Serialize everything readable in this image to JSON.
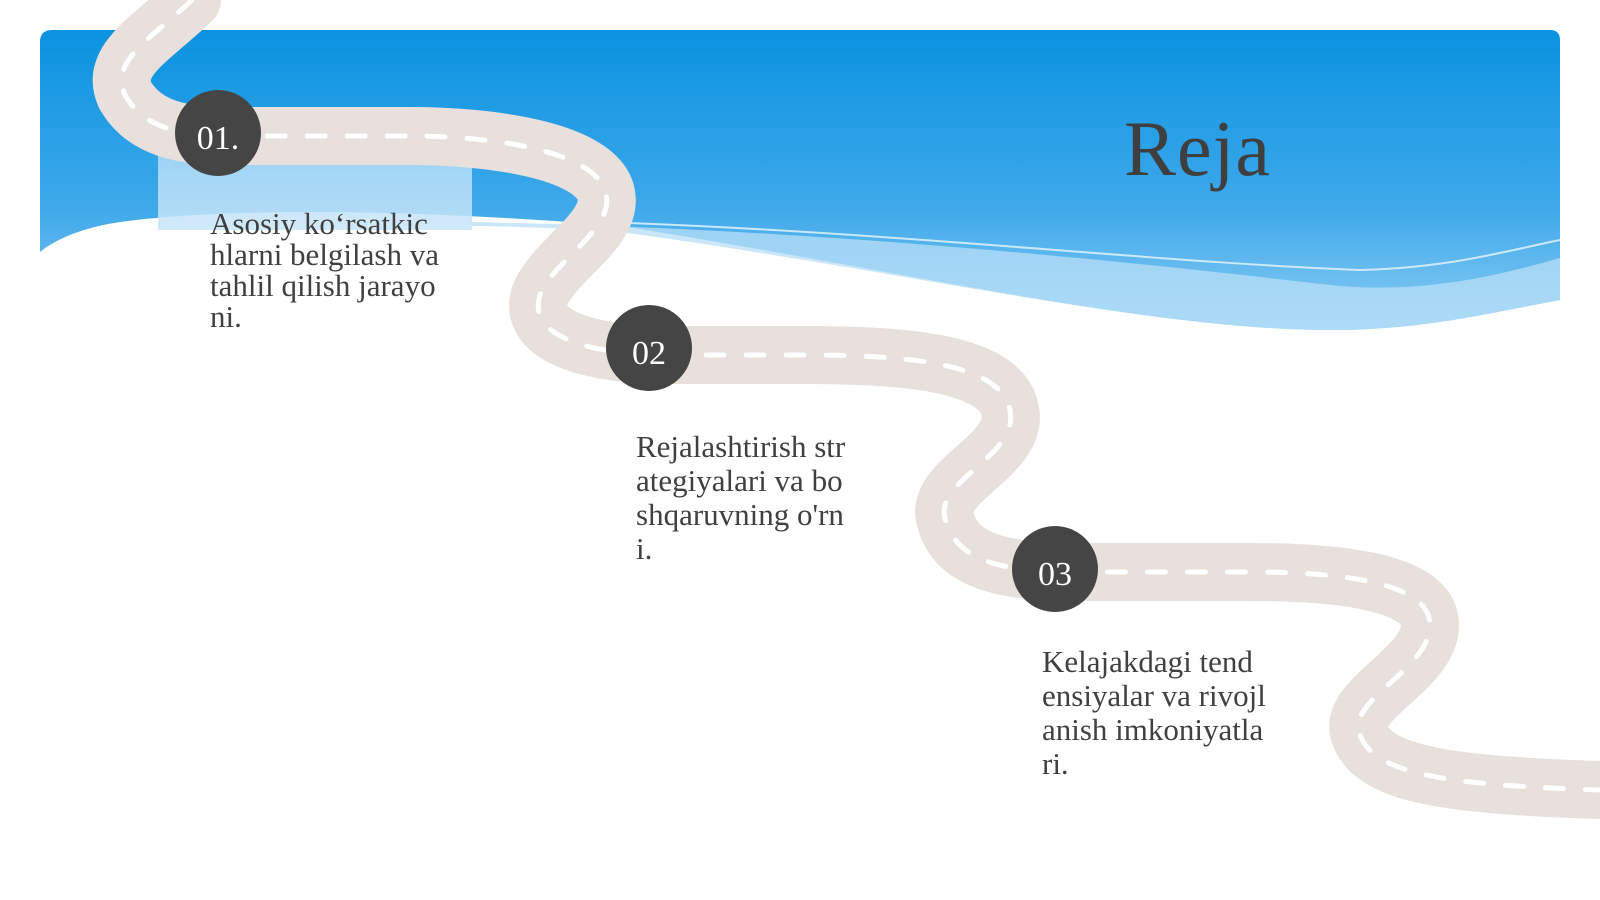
{
  "slide": {
    "title": "Reja",
    "steps": [
      {
        "number": "01.",
        "text": "Asosiy ko‘rsatkichlarni belgilash va tahlil qilish jarayoni."
      },
      {
        "number": "02",
        "text": "Rejalashtirish strategiyalari va boshqaruvning o'rni."
      },
      {
        "number": "03",
        "text": "Kelajakdagi tendensiyalar va rivojlanish imkoniyatlari."
      }
    ]
  },
  "colors": {
    "sky_top": "#0a92e0",
    "sky_bottom": "#7cc6f2",
    "road": "#e8e0dc",
    "badge": "#454545",
    "text": "#404040"
  }
}
